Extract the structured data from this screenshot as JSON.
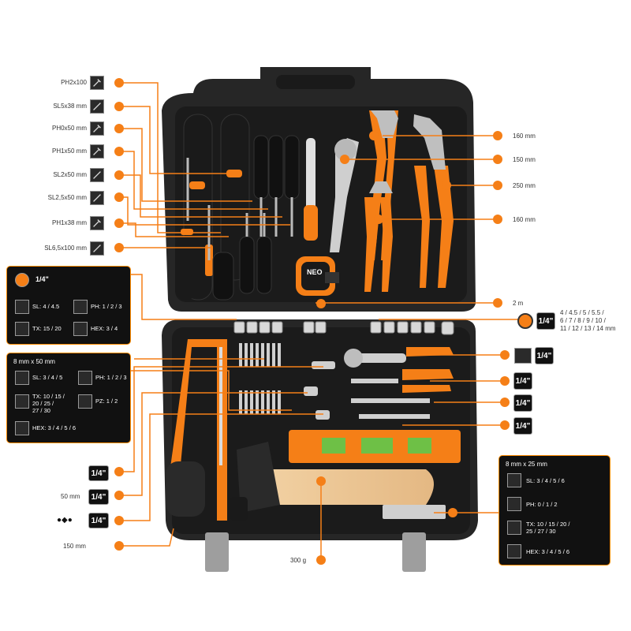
{
  "left_labels": [
    {
      "id": "ph2x100",
      "text": "PH2x100"
    },
    {
      "id": "sl5x38",
      "text": "SL5x38 mm"
    },
    {
      "id": "ph0x50",
      "text": "PH0x50 mm"
    },
    {
      "id": "ph1x50",
      "text": "PH1x50 mm"
    },
    {
      "id": "sl2x50",
      "text": "SL2x50 mm"
    },
    {
      "id": "sl25x50",
      "text": "SL2,5x50 mm"
    },
    {
      "id": "ph1x38",
      "text": "PH1x38 mm"
    },
    {
      "id": "sl65x100",
      "text": "SL6,5x100 mm"
    }
  ],
  "right_labels": {
    "pliers_1": "160 mm",
    "pliers_2": "150 mm",
    "pliers_3": "250 mm",
    "pliers_4": "160 mm",
    "tape": "2 m"
  },
  "panel_1": {
    "drive": "1/4\"",
    "sl": "SL: 4 / 4.5",
    "ph": "PH: 1 / 2 / 3",
    "tx": "TX: 15 / 20",
    "hex": "HEX: 3 / 4"
  },
  "panel_2": {
    "title": "8 mm x 50 mm",
    "sl": "SL: 3 / 4 / 5",
    "ph": "PH: 1 / 2 / 3",
    "tx": "TX: 10 / 15 /\n20 / 25 /\n27 / 30",
    "pz": "PZ: 1 / 2",
    "hex": "HEX: 3 / 4 / 5 / 6"
  },
  "panel_3": {
    "title": "8 mm x 25 mm",
    "sl": "SL: 3 / 4 / 5 / 6",
    "ph": "PH: 0 / 1 / 2",
    "tx": "TX: 10 / 15 / 20 /\n25 / 27 / 30",
    "hex": "HEX: 3 / 4 / 5 / 6"
  },
  "sockets": {
    "drive": "1/4\"",
    "sizes": "4 / 4.5 / 5 / 5.5 /\n6 / 7 / 8 / 9 / 10 /\n11 / 12 / 13 / 14 mm"
  },
  "accessory_drives": [
    "1/4\"",
    "1/4\"",
    "1/4\"",
    "1/4\"",
    "1/4\""
  ],
  "lower_left": {
    "drive_a": "1/4\"",
    "ext_len": "50 mm",
    "drive_b": "1/4\"",
    "saw": "150 mm"
  },
  "hammer_weight": "300 g",
  "colors": {
    "accent": "#f57f17",
    "case": "#262626",
    "panel_border": "#ff8c00"
  },
  "brand": "NEO"
}
